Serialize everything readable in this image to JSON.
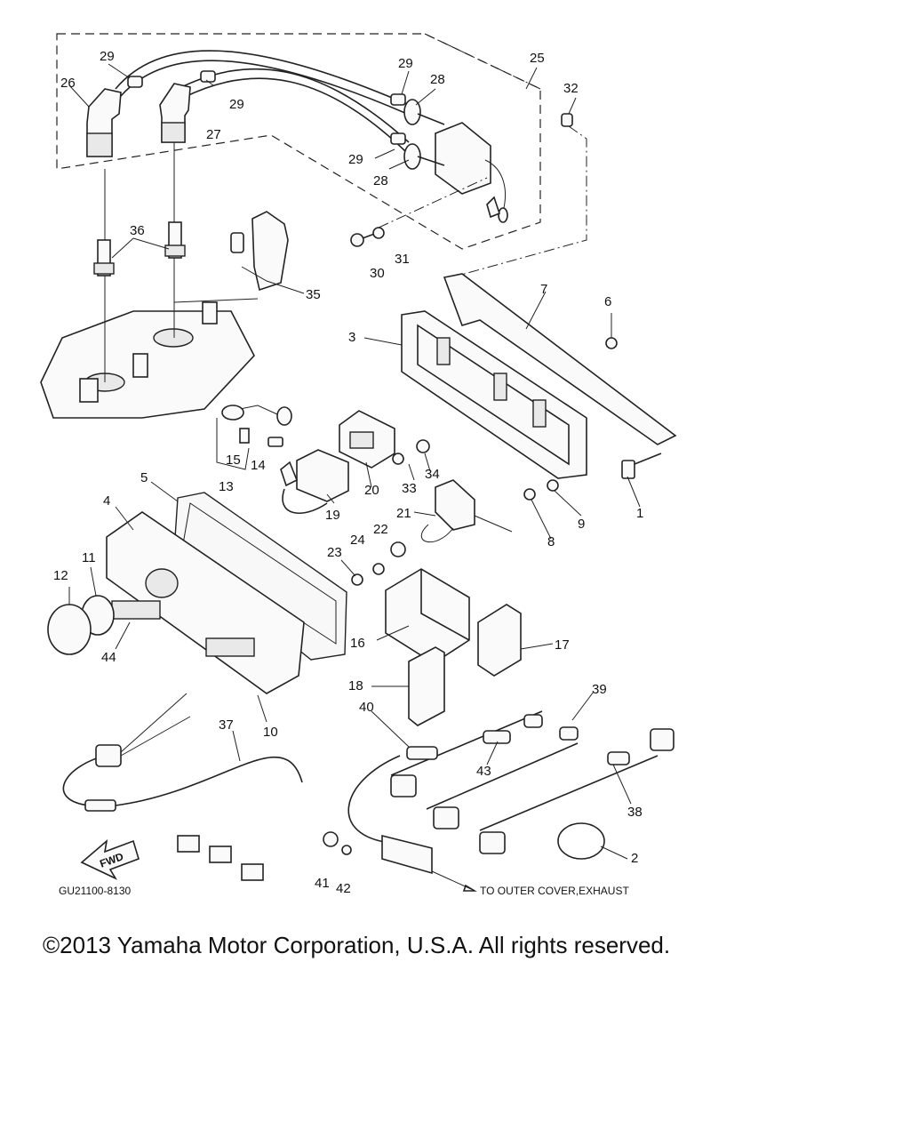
{
  "diagram": {
    "figure_code": "GU21100-8130",
    "fwd_label": "FWD",
    "outer_cover_note": "TO OUTER COVER,EXHAUST",
    "callouts": [
      "29",
      "29",
      "29",
      "29",
      "26",
      "27",
      "25",
      "28",
      "28",
      "32",
      "36",
      "35",
      "31",
      "30",
      "7",
      "6",
      "3",
      "1",
      "15",
      "14",
      "13",
      "5",
      "20",
      "33",
      "34",
      "19",
      "21",
      "9",
      "8",
      "4",
      "22",
      "24",
      "23",
      "11",
      "12",
      "44",
      "16",
      "17",
      "18",
      "10",
      "37",
      "40",
      "39",
      "43",
      "38",
      "2",
      "41",
      "42"
    ]
  },
  "copyright": "©2013 Yamaha Motor Corporation, U.S.A. All rights reserved."
}
